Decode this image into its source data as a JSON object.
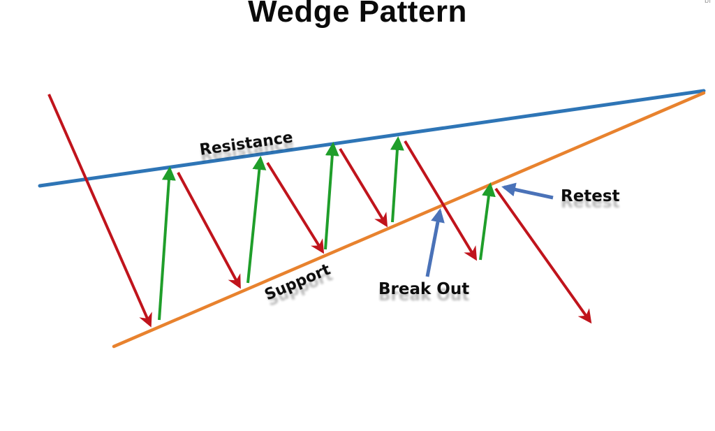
{
  "title": "Wedge Pattern",
  "corner_text": "bl",
  "colors": {
    "resistance": "#2e75b6",
    "support": "#e8822e",
    "down_arrow": "#c0141c",
    "up_arrow": "#1f9e2a",
    "annotation_arrow": "#4a72b8",
    "text": "#111111"
  },
  "labels": {
    "resistance": "Resistance",
    "support": "Support",
    "break_out": "Break Out",
    "retest": "Retest"
  },
  "diagram": {
    "lines": [
      {
        "name": "resistance-line",
        "role": "resistance"
      },
      {
        "name": "support-line",
        "role": "support"
      }
    ],
    "price_moves": [
      {
        "direction": "down",
        "from": "above-resistance",
        "to": "support"
      },
      {
        "direction": "up",
        "from": "support",
        "to": "resistance"
      },
      {
        "direction": "down",
        "from": "resistance",
        "to": "support"
      },
      {
        "direction": "up",
        "from": "support",
        "to": "resistance"
      },
      {
        "direction": "down",
        "from": "resistance",
        "to": "support"
      },
      {
        "direction": "up",
        "from": "support",
        "to": "resistance"
      },
      {
        "direction": "down",
        "from": "resistance",
        "to": "support"
      },
      {
        "direction": "up",
        "from": "support",
        "to": "resistance"
      },
      {
        "direction": "down",
        "from": "resistance",
        "to": "below-support"
      },
      {
        "direction": "up",
        "from": "below-support",
        "to": "support"
      },
      {
        "direction": "down",
        "from": "support",
        "to": "below-support"
      }
    ],
    "annotations": [
      {
        "label_key": "break_out",
        "points_to": "support-breakout"
      },
      {
        "label_key": "retest",
        "points_to": "support-retest"
      }
    ]
  }
}
